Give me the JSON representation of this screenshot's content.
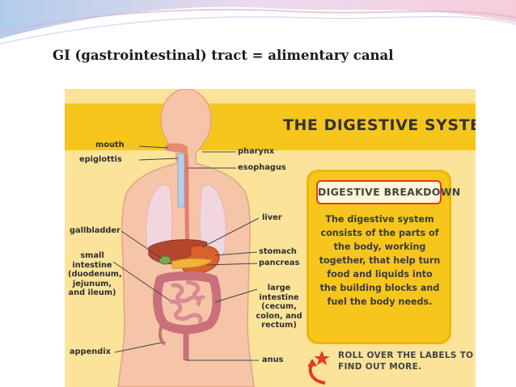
{
  "slide": {
    "title": "GI (gastrointestinal) tract = alimentary canal"
  },
  "poster": {
    "title": "THE DIGESTIVE SYSTEM",
    "breakdown": {
      "heading": "DIGESTIVE BREAKDOWN",
      "lines": [
        "The digestive system",
        "consists of the parts of",
        "the body, working",
        "together, that help turn",
        "food and liquids into",
        "the building blocks and",
        "fuel the body needs."
      ]
    },
    "footer": [
      "ROLL OVER THE LABELS TO",
      "FIND OUT MORE."
    ],
    "labels_left": {
      "mouth": "mouth",
      "epiglottis": "epiglottis",
      "gallbladder": "gallbladder",
      "small_intestine": [
        "small",
        "intestine",
        "(duodenum,",
        "jejunum,",
        "and ileum)"
      ],
      "appendix": "appendix"
    },
    "labels_right": {
      "pharynx": "pharynx",
      "esophagus": "esophagus",
      "liver": "liver",
      "stomach": "stomach",
      "pancreas": "pancreas",
      "large_intestine": [
        "large",
        "intestine",
        "(cecum,",
        "colon, and",
        "rectum)"
      ],
      "anus": "anus"
    }
  },
  "colors": {
    "poster_bg": "#fbe39a",
    "title_band": "#f7c61d",
    "accent_red": "#e53b1f",
    "skin": "#f6c5a8",
    "liver": "#b5462e",
    "intestine": "#c9707a"
  },
  "icons": [
    "star-icon",
    "curved-arrow-icon"
  ]
}
